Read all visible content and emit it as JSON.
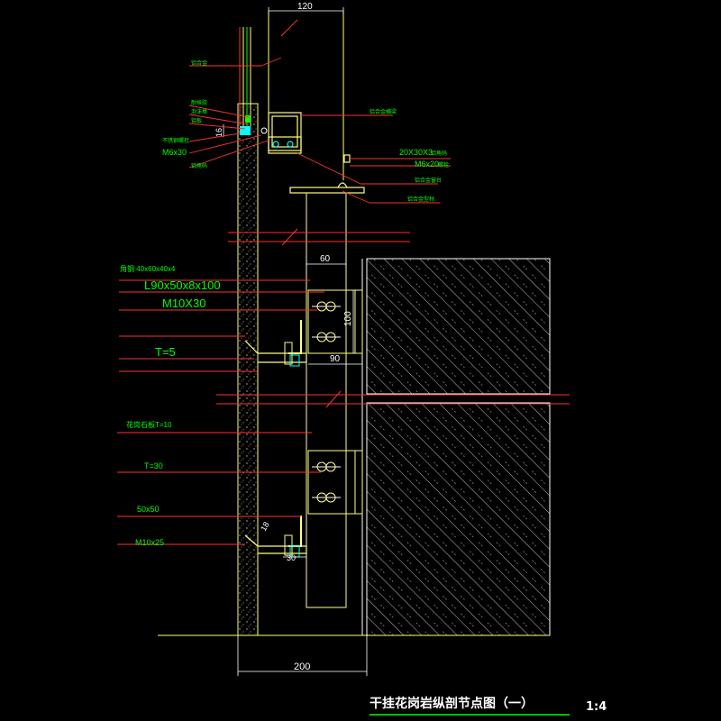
{
  "dimensions": {
    "top_width": "120",
    "bracket_width": "60",
    "plate_height": "100",
    "plate_depth": "90",
    "small_leg": "16",
    "lower_leg": "18",
    "lower_depth": "30",
    "overall_depth": "200"
  },
  "callouts_left": {
    "embed_angle": "角钢 40x60x40x4",
    "l_angle": "L90x50x8x100",
    "anchor_bolt": "M10X30",
    "thickness": "T=5",
    "stone_t": "花岗石板T=10",
    "backing_t": "T=30",
    "angle_50": "50x50",
    "bolt_m10": "M10x25",
    "small_m6": "M6x30",
    "small_1": "铝合金",
    "small_2": "耐候胶",
    "small_3": "泡沫棒",
    "small_4": "铝板",
    "small_5": "不锈钢螺栓",
    "small_6": "铝角码"
  },
  "callouts_right": {
    "top_rail": "铝合金横梁",
    "clip_size": "20X30X3",
    "clip_suffix": "铝角码",
    "bolt": "M6x20",
    "bolt_suffix": "螺栓",
    "sill": "铝合金窗台",
    "profile": "铝合金型材"
  },
  "title": {
    "text": "干挂花岗岩纵剖节点图（一）",
    "scale": "1:4"
  },
  "colors": {
    "background": "#000000",
    "outline": "#ffff80",
    "leader": "#ff3030",
    "text_green": "#00ff00",
    "dimension": "#ffffff",
    "cyan": "#00ffff",
    "hatch": "#c8c8c8"
  }
}
